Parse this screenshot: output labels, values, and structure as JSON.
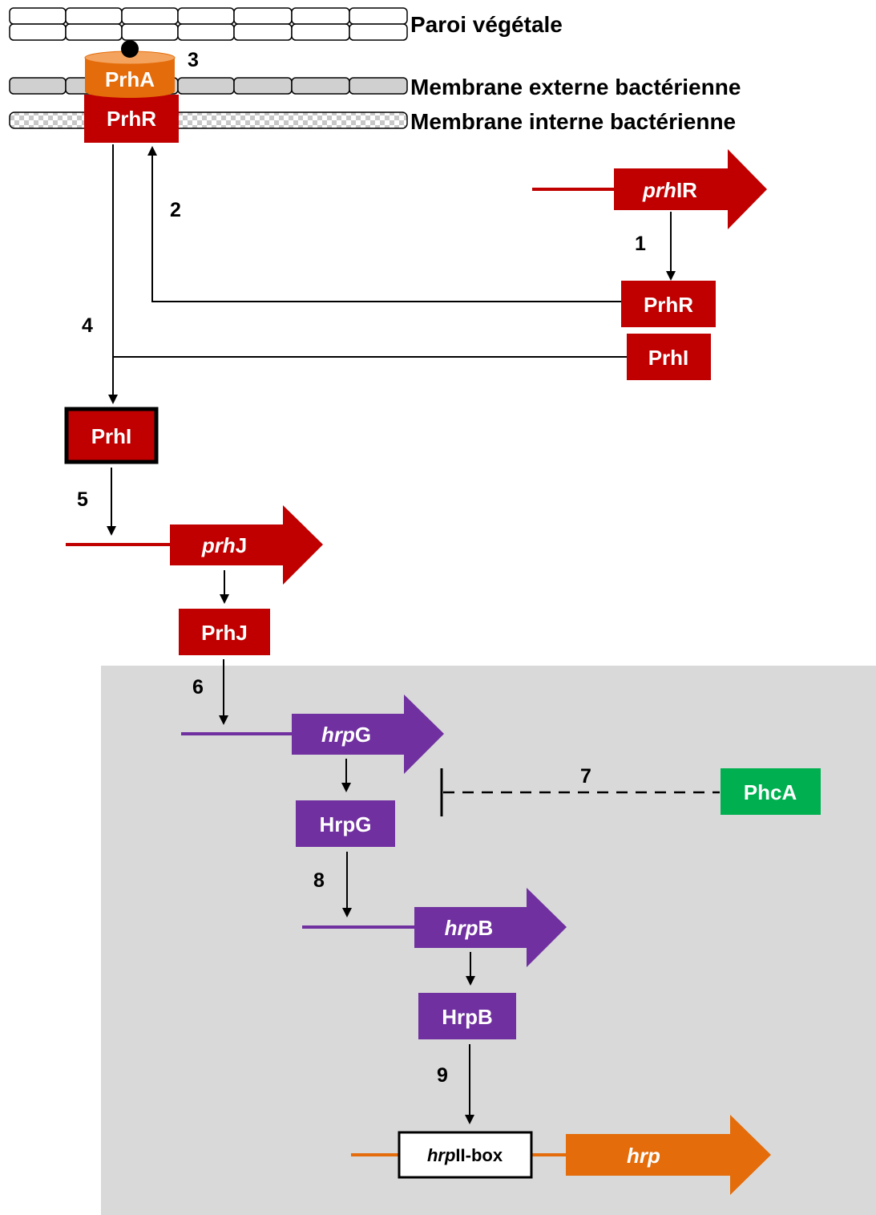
{
  "layers": {
    "wall": "Paroi végétale",
    "outer": "Membrane externe bactérienne",
    "inner": "Membrane interne bactérienne"
  },
  "steps": [
    "1",
    "2",
    "3",
    "4",
    "5",
    "6",
    "7",
    "8",
    "9"
  ],
  "genes": {
    "prhIR": {
      "italic": "prh",
      "rest": "IR"
    },
    "prhJ": {
      "italic": "prh",
      "rest": "J"
    },
    "hrpG": {
      "italic": "hrp",
      "rest": "G"
    },
    "hrpB": {
      "italic": "hrp",
      "rest": "B"
    },
    "hrp": {
      "italic": "hrp",
      "rest": ""
    }
  },
  "proteins": {
    "prhA": "PrhA",
    "prhR_membrane": "PrhR",
    "prhR": "PrhR",
    "prhI": "PrhI",
    "prhI_active": "PrhI",
    "prhJ": "PrhJ",
    "hrpG": "HrpG",
    "hrpB": "HrpB",
    "phcA": "PhcA"
  },
  "box": {
    "italic": "hrp",
    "rest": "II-box"
  },
  "colors": {
    "red": "#c00000",
    "purple": "#7030a0",
    "orange": "#e46c0a",
    "green": "#00b050",
    "shade": "#d9d9d9"
  }
}
